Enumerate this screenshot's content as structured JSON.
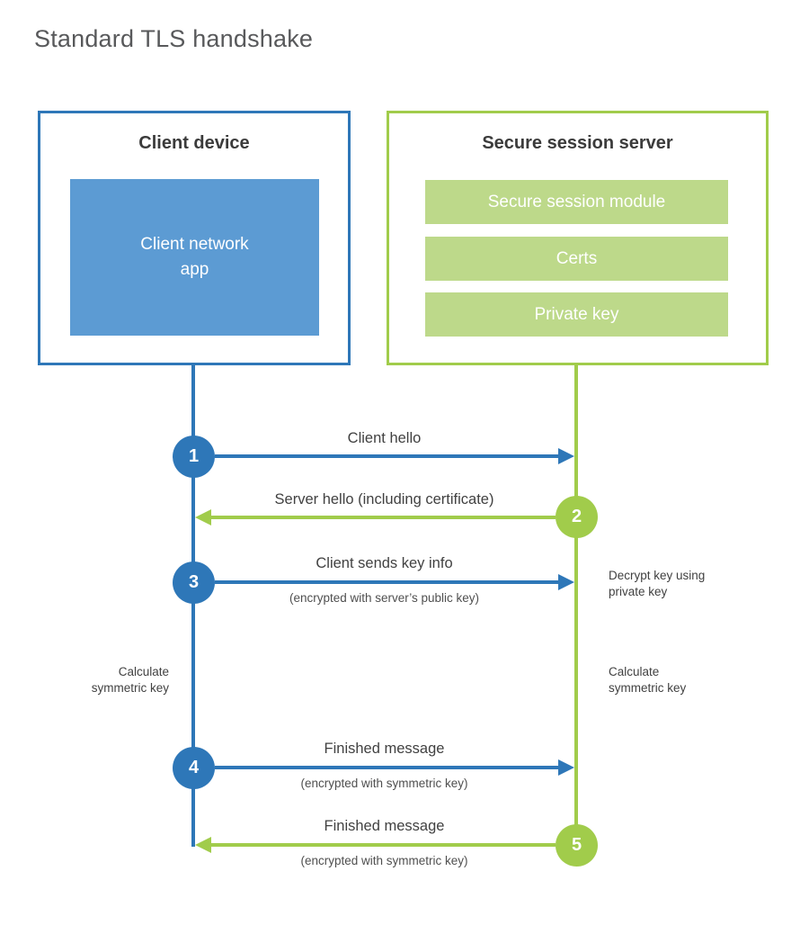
{
  "title": "Standard TLS handshake",
  "colors": {
    "blue_stroke": "#2E77B8",
    "blue_fill": "#5C9BD3",
    "green_stroke": "#A1CC4B",
    "green_fill": "#BDD98A"
  },
  "client": {
    "title": "Client device",
    "inner_label": "Client network\napp"
  },
  "server": {
    "title": "Secure session server",
    "modules": [
      "Secure session module",
      "Certs",
      "Private key"
    ]
  },
  "messages": [
    {
      "step": "1",
      "from": "client",
      "label": "Client hello",
      "sublabel": ""
    },
    {
      "step": "2",
      "from": "server",
      "label": "Server hello (including certificate)",
      "sublabel": ""
    },
    {
      "step": "3",
      "from": "client",
      "label": "Client sends key info",
      "sublabel": "(encrypted with server’s public key)"
    },
    {
      "step": "4",
      "from": "client",
      "label": "Finished message",
      "sublabel": "(encrypted with symmetric key)"
    },
    {
      "step": "5",
      "from": "server",
      "label": "Finished message",
      "sublabel": "(encrypted with symmetric key)"
    }
  ],
  "notes": {
    "decrypt": "Decrypt key using\nprivate key",
    "calc_left": "Calculate\nsymmetric key",
    "calc_right": "Calculate\nsymmetric key"
  }
}
